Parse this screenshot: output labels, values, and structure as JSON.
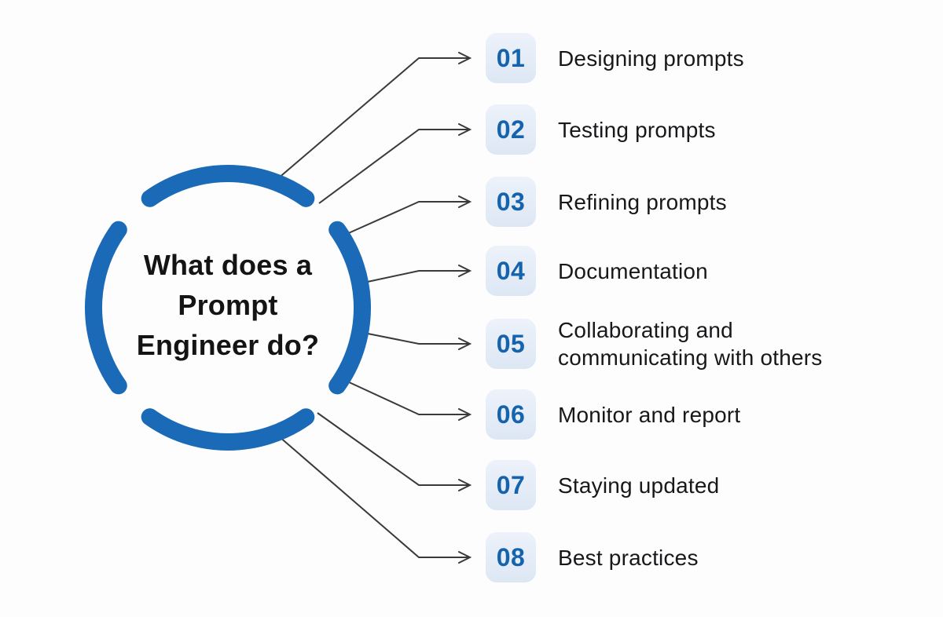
{
  "title": {
    "lines": [
      "What does a",
      "Prompt",
      "Engineer do?"
    ]
  },
  "items": [
    {
      "num": "01",
      "label": "Designing prompts"
    },
    {
      "num": "02",
      "label": "Testing prompts"
    },
    {
      "num": "03",
      "label": "Refining prompts"
    },
    {
      "num": "04",
      "label": "Documentation"
    },
    {
      "num": "05",
      "label": "Collaborating and communicating with others"
    },
    {
      "num": "06",
      "label": "Monitor and report"
    },
    {
      "num": "07",
      "label": "Staying updated"
    },
    {
      "num": "08",
      "label": "Best practices"
    }
  ],
  "colors": {
    "circle_blue": "#1b6ab7",
    "badge_bg_top": "#edf2fa",
    "badge_bg_bottom": "#dde7f4",
    "number_blue": "#1563ad",
    "label_text": "#17181a",
    "title_text": "#141414",
    "arrow": "#3a3a3a",
    "background": "#fdfdfd"
  }
}
